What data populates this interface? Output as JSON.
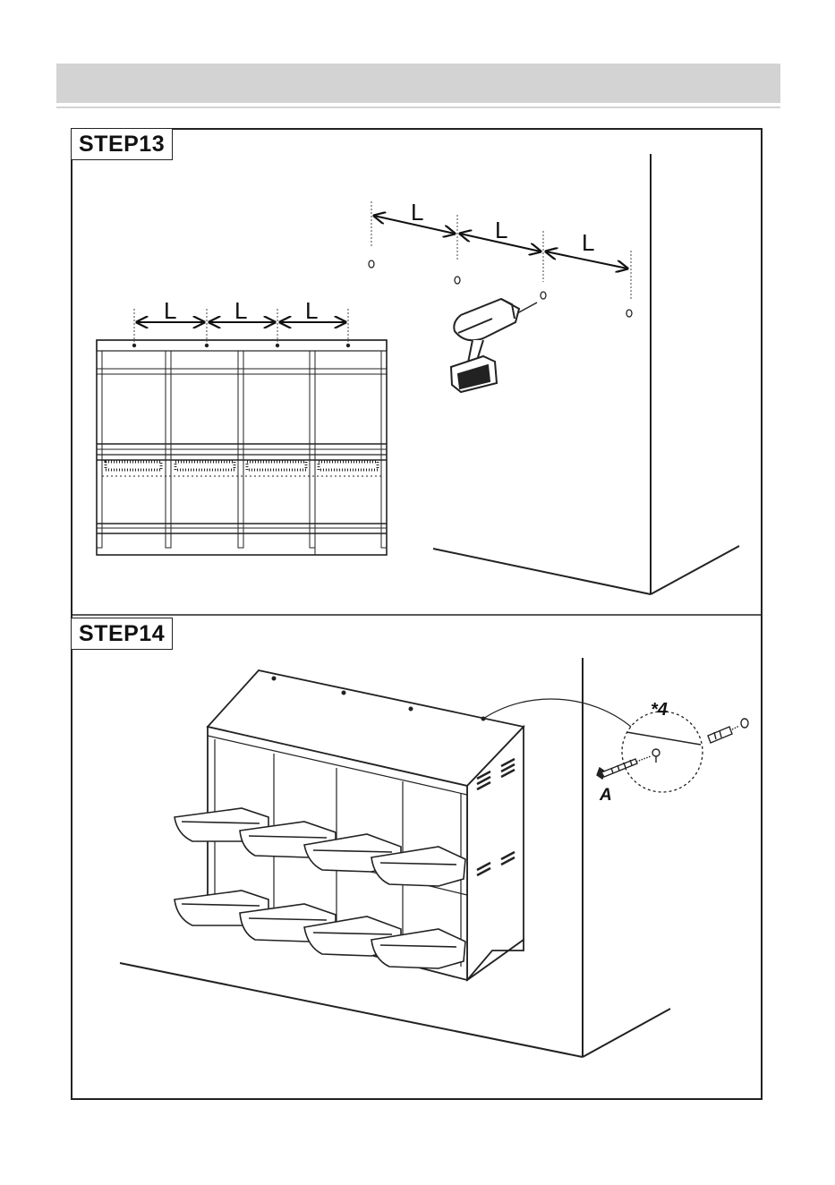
{
  "steps": [
    {
      "label": "STEP13"
    },
    {
      "label": "STEP14"
    }
  ],
  "dimension_label": "L",
  "quantity_label": "*4",
  "part_label": "A",
  "colors": {
    "header_band": "#d3d3d3",
    "line": "#222222",
    "background": "#ffffff"
  },
  "icons": [
    "drill-icon",
    "screw-icon",
    "wall-anchor-icon",
    "keyhole-icon"
  ]
}
